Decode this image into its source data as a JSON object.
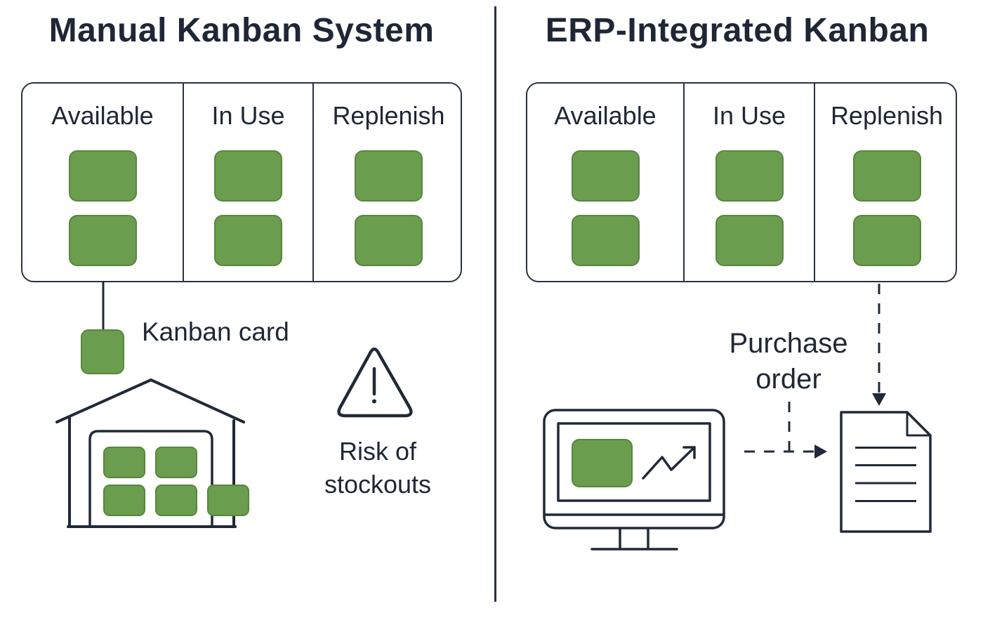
{
  "titles": {
    "left": "Manual Kanban System",
    "right": "ERP-Integrated Kanban"
  },
  "board_left": {
    "columns": [
      {
        "label": "Available",
        "card_count": 2
      },
      {
        "label": "In Use",
        "card_count": 2
      },
      {
        "label": "Replenish",
        "card_count": 2
      }
    ]
  },
  "board_right": {
    "columns": [
      {
        "label": "Available",
        "card_count": 2
      },
      {
        "label": "In Use",
        "card_count": 2
      },
      {
        "label": "Replenish",
        "card_count": 2
      }
    ]
  },
  "annotations": {
    "kanban_card": "Kanban card",
    "risk_line1": "Risk of",
    "risk_line2": "stockouts",
    "purchase_line1": "Purchase",
    "purchase_line2": "order"
  },
  "icons": {
    "warehouse": "warehouse-icon",
    "warning": "warning-triangle-icon",
    "monitor": "erp-monitor-icon",
    "trend": "trend-up-arrow-icon",
    "document": "purchase-order-document-icon",
    "arrows": "dashed-flow-arrows"
  },
  "colors": {
    "ink": "#202938",
    "card_green": "#6b9d4f",
    "card_green_border": "#58863d",
    "background": "#ffffff"
  }
}
